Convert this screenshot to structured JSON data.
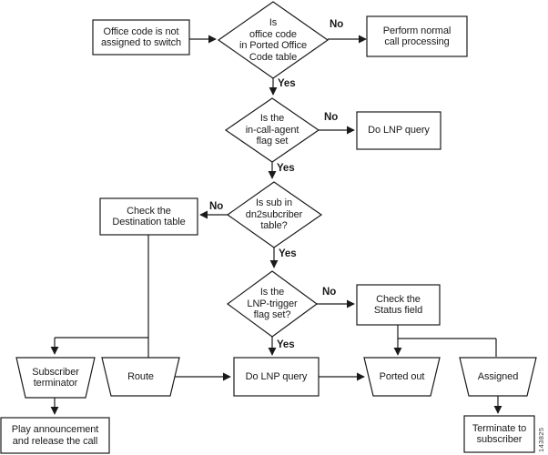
{
  "figure": {
    "id_number": "143825",
    "background": "#ffffff",
    "line_color": "#1a1a1a"
  },
  "nodes": {
    "office_code": {
      "type": "process",
      "label": "Office code is not\nassigned to switch"
    },
    "ported_office_check": {
      "type": "decision",
      "label": "Is\noffice code\nin Ported Office\nCode table"
    },
    "perform_normal": {
      "type": "process",
      "label": "Perform normal\ncall processing"
    },
    "in_call_agent_check": {
      "type": "decision",
      "label": "Is the\nin-call-agent\nflag set"
    },
    "do_lnp_query_top": {
      "type": "process",
      "label": "Do LNP query"
    },
    "dn2subscriber_check": {
      "type": "decision",
      "label": "Is sub in\ndn2subcriber\ntable?"
    },
    "check_destination": {
      "type": "process",
      "label": "Check the\nDestination table"
    },
    "lnp_trigger_check": {
      "type": "decision",
      "label": "Is the\nLNP-trigger\nflag set?"
    },
    "check_status": {
      "type": "process",
      "label": "Check the\nStatus field"
    },
    "subscriber_terminator": {
      "type": "terminator",
      "label": "Subscriber\nterminator"
    },
    "route": {
      "type": "terminator",
      "label": "Route"
    },
    "do_lnp_query_bottom": {
      "type": "process",
      "label": "Do LNP query"
    },
    "ported_out": {
      "type": "terminator",
      "label": "Ported out"
    },
    "assigned": {
      "type": "terminator",
      "label": "Assigned"
    },
    "play_announcement": {
      "type": "process",
      "label": "Play announcement\nand release the call"
    },
    "terminate_subscriber": {
      "type": "process",
      "label": "Terminate to\nsubscriber"
    }
  },
  "edge_labels": {
    "ported_office_no": "No",
    "ported_office_yes": "Yes",
    "in_call_agent_no": "No",
    "in_call_agent_yes": "Yes",
    "dn2subscriber_no": "No",
    "dn2subscriber_yes": "Yes",
    "lnp_trigger_no": "No",
    "lnp_trigger_yes": "Yes"
  }
}
